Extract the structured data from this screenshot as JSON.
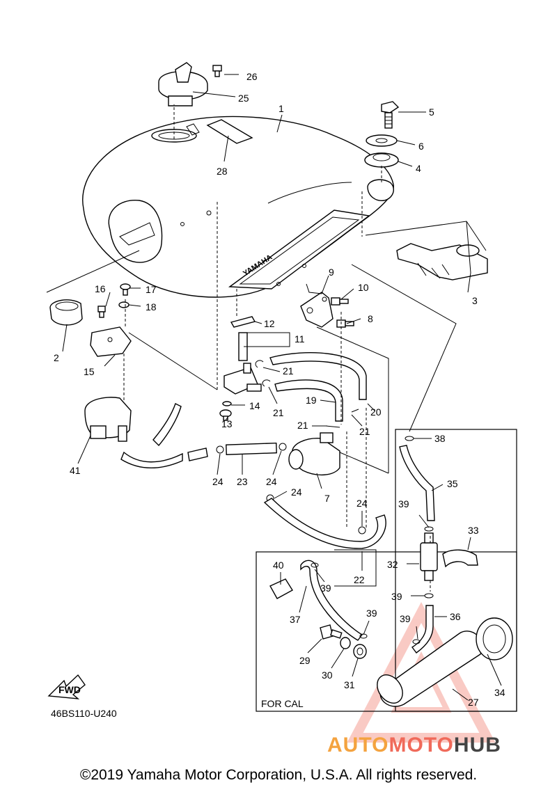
{
  "callouts": [
    {
      "id": "1",
      "label": "1"
    },
    {
      "id": "2",
      "label": "2"
    },
    {
      "id": "3",
      "label": "3"
    },
    {
      "id": "4",
      "label": "4"
    },
    {
      "id": "5",
      "label": "5"
    },
    {
      "id": "6",
      "label": "6"
    },
    {
      "id": "7",
      "label": "7"
    },
    {
      "id": "8",
      "label": "8"
    },
    {
      "id": "9",
      "label": "9"
    },
    {
      "id": "10",
      "label": "10"
    },
    {
      "id": "11",
      "label": "11"
    },
    {
      "id": "12",
      "label": "12"
    },
    {
      "id": "13",
      "label": "13"
    },
    {
      "id": "14",
      "label": "14"
    },
    {
      "id": "15",
      "label": "15"
    },
    {
      "id": "16",
      "label": "16"
    },
    {
      "id": "17",
      "label": "17"
    },
    {
      "id": "18",
      "label": "18"
    },
    {
      "id": "19",
      "label": "19"
    },
    {
      "id": "20",
      "label": "20"
    },
    {
      "id": "21a",
      "label": "21"
    },
    {
      "id": "21b",
      "label": "21"
    },
    {
      "id": "21c",
      "label": "21"
    },
    {
      "id": "21d",
      "label": "21"
    },
    {
      "id": "22",
      "label": "22"
    },
    {
      "id": "23",
      "label": "23"
    },
    {
      "id": "24a",
      "label": "24"
    },
    {
      "id": "24b",
      "label": "24"
    },
    {
      "id": "24c",
      "label": "24"
    },
    {
      "id": "24d",
      "label": "24"
    },
    {
      "id": "25",
      "label": "25"
    },
    {
      "id": "26",
      "label": "26"
    },
    {
      "id": "27",
      "label": "27"
    },
    {
      "id": "28",
      "label": "28"
    },
    {
      "id": "29",
      "label": "29"
    },
    {
      "id": "30",
      "label": "30"
    },
    {
      "id": "31",
      "label": "31"
    },
    {
      "id": "32",
      "label": "32"
    },
    {
      "id": "33",
      "label": "33"
    },
    {
      "id": "34",
      "label": "34"
    },
    {
      "id": "35",
      "label": "35"
    },
    {
      "id": "36",
      "label": "36"
    },
    {
      "id": "37",
      "label": "37"
    },
    {
      "id": "38",
      "label": "38"
    },
    {
      "id": "39a",
      "label": "39"
    },
    {
      "id": "39b",
      "label": "39"
    },
    {
      "id": "39c",
      "label": "39"
    },
    {
      "id": "39d",
      "label": "39"
    },
    {
      "id": "39e",
      "label": "39"
    },
    {
      "id": "40",
      "label": "40"
    },
    {
      "id": "41",
      "label": "41"
    }
  ],
  "tank_brand": "YAMAHA",
  "fwd_label": "FWD",
  "cal_box_label": "FOR CAL",
  "diagram_code": "46BS110-U240",
  "copyright": "©2019 Yamaha Motor Corporation, U.S.A. All rights reserved.",
  "watermark": {
    "part1": "AUTO",
    "part2": "MOTO",
    "part3": "HUB"
  },
  "colors": {
    "line": "#000000",
    "watermark_orange": "#f4a340",
    "watermark_red": "#f06a5a",
    "watermark_dark": "#444444"
  }
}
